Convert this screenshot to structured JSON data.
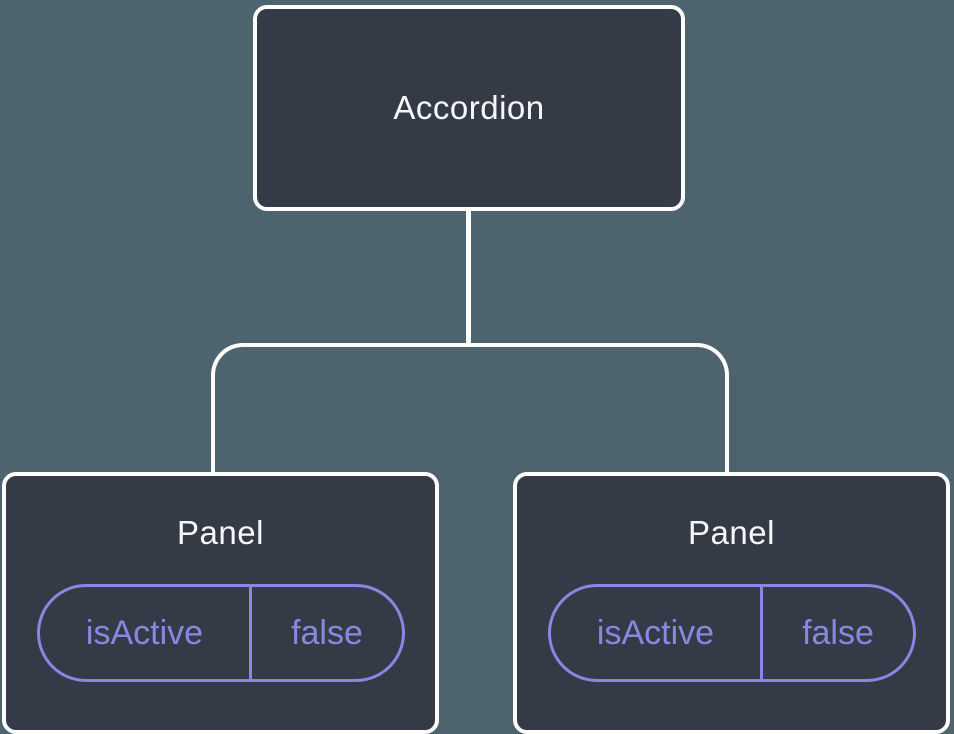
{
  "diagram": {
    "root": {
      "label": "Accordion"
    },
    "children": [
      {
        "label": "Panel",
        "state": {
          "name": "isActive",
          "value": "false"
        }
      },
      {
        "label": "Panel",
        "state": {
          "name": "isActive",
          "value": "false"
        }
      }
    ]
  },
  "colors": {
    "background": "#4d646e",
    "node_fill": "#353b46",
    "node_border": "#ffffff",
    "node_text": "#f6f7f9",
    "state_accent": "#8788e2"
  }
}
